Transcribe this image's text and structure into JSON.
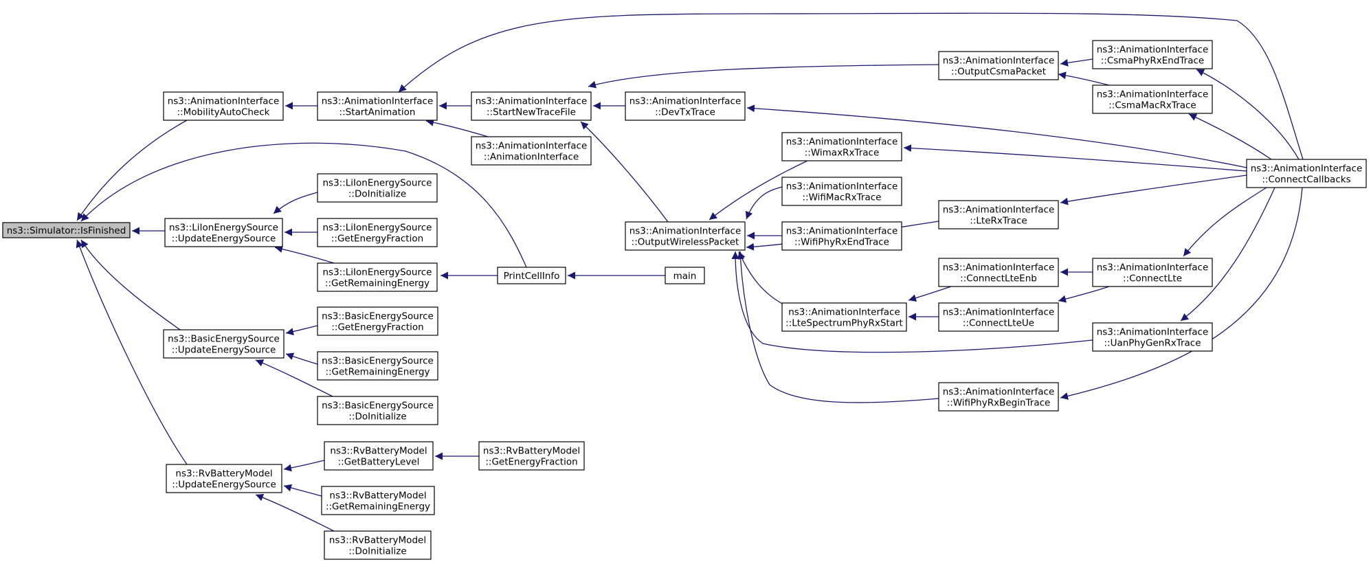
{
  "nodes": [
    {
      "id": "isfinished",
      "lines": [
        "ns3::Simulator::IsFinished"
      ],
      "root": true
    },
    {
      "id": "mobility",
      "lines": [
        "ns3::AnimationInterface",
        "::MobilityAutoCheck"
      ]
    },
    {
      "id": "startanim",
      "lines": [
        "ns3::AnimationInterface",
        "::StartAnimation"
      ]
    },
    {
      "id": "startnew",
      "lines": [
        "ns3::AnimationInterface",
        "::StartNewTraceFile"
      ]
    },
    {
      "id": "aictor",
      "lines": [
        "ns3::AnimationInterface",
        "::AnimationInterface"
      ]
    },
    {
      "id": "devtx",
      "lines": [
        "ns3::AnimationInterface",
        "::DevTxTrace"
      ]
    },
    {
      "id": "csmapkt",
      "lines": [
        "ns3::AnimationInterface",
        "::OutputCsmaPacket"
      ]
    },
    {
      "id": "csmaphy",
      "lines": [
        "ns3::AnimationInterface",
        "::CsmaPhyRxEndTrace"
      ]
    },
    {
      "id": "csmamac",
      "lines": [
        "ns3::AnimationInterface",
        "::CsmaMacRxTrace"
      ]
    },
    {
      "id": "connectcb",
      "lines": [
        "ns3::AnimationInterface",
        "::ConnectCallbacks"
      ]
    },
    {
      "id": "wimax",
      "lines": [
        "ns3::AnimationInterface",
        "::WimaxRxTrace"
      ]
    },
    {
      "id": "wifimac",
      "lines": [
        "ns3::AnimationInterface",
        "::WifiMacRxTrace"
      ]
    },
    {
      "id": "wifiphyend",
      "lines": [
        "ns3::AnimationInterface",
        "::WifiPhyRxEndTrace"
      ]
    },
    {
      "id": "wireless",
      "lines": [
        "ns3::AnimationInterface",
        "::OutputWirelessPacket"
      ]
    },
    {
      "id": "lterx",
      "lines": [
        "ns3::AnimationInterface",
        "::LteRxTrace"
      ]
    },
    {
      "id": "connltenb",
      "lines": [
        "ns3::AnimationInterface",
        "::ConnectLteEnb"
      ]
    },
    {
      "id": "connlte",
      "lines": [
        "ns3::AnimationInterface",
        "::ConnectLte"
      ]
    },
    {
      "id": "ltespec",
      "lines": [
        "ns3::AnimationInterface",
        "::LteSpectrumPhyRxStart"
      ]
    },
    {
      "id": "connlteue",
      "lines": [
        "ns3::AnimationInterface",
        "::ConnectLteUe"
      ]
    },
    {
      "id": "uanphy",
      "lines": [
        "ns3::AnimationInterface",
        "::UanPhyGenRxTrace"
      ]
    },
    {
      "id": "wifiphybegin",
      "lines": [
        "ns3::AnimationInterface",
        "::WifiPhyRxBeginTrace"
      ]
    },
    {
      "id": "liupdate",
      "lines": [
        "ns3::LiIonEnergySource",
        "::UpdateEnergySource"
      ]
    },
    {
      "id": "liinit",
      "lines": [
        "ns3::LiIonEnergySource",
        "::DoInitialize"
      ]
    },
    {
      "id": "lifrac",
      "lines": [
        "ns3::LiIonEnergySource",
        "::GetEnergyFraction"
      ]
    },
    {
      "id": "lirem",
      "lines": [
        "ns3::LiIonEnergySource",
        "::GetRemainingEnergy"
      ]
    },
    {
      "id": "printcell",
      "lines": [
        "PrintCellInfo"
      ]
    },
    {
      "id": "main",
      "lines": [
        "main"
      ]
    },
    {
      "id": "basicupdate",
      "lines": [
        "ns3::BasicEnergySource",
        "::UpdateEnergySource"
      ]
    },
    {
      "id": "basicfrac",
      "lines": [
        "ns3::BasicEnergySource",
        "::GetEnergyFraction"
      ]
    },
    {
      "id": "basicrem",
      "lines": [
        "ns3::BasicEnergySource",
        "::GetRemainingEnergy"
      ]
    },
    {
      "id": "basicinit",
      "lines": [
        "ns3::BasicEnergySource",
        "::DoInitialize"
      ]
    },
    {
      "id": "rvupdate",
      "lines": [
        "ns3::RvBatteryModel",
        "::UpdateEnergySource"
      ]
    },
    {
      "id": "rvlevel",
      "lines": [
        "ns3::RvBatteryModel",
        "::GetBatteryLevel"
      ]
    },
    {
      "id": "rvfrac",
      "lines": [
        "ns3::RvBatteryModel",
        "::GetEnergyFraction"
      ]
    },
    {
      "id": "rvrem",
      "lines": [
        "ns3::RvBatteryModel",
        "::GetRemainingEnergy"
      ]
    },
    {
      "id": "rvinit",
      "lines": [
        "ns3::RvBatteryModel",
        "::DoInitialize"
      ]
    }
  ],
  "edges": [
    {
      "from": "mobility",
      "to": "isfinished"
    },
    {
      "from": "printcell",
      "to": "isfinished"
    },
    {
      "from": "liupdate",
      "to": "isfinished"
    },
    {
      "from": "basicupdate",
      "to": "isfinished"
    },
    {
      "from": "rvupdate",
      "to": "isfinished"
    },
    {
      "from": "startanim",
      "to": "mobility"
    },
    {
      "from": "startnew",
      "to": "startanim"
    },
    {
      "from": "aictor",
      "to": "startanim"
    },
    {
      "from": "connectcb",
      "to": "startanim"
    },
    {
      "from": "devtx",
      "to": "startnew"
    },
    {
      "from": "csmapkt",
      "to": "startnew"
    },
    {
      "from": "wireless",
      "to": "startnew"
    },
    {
      "from": "csmaphy",
      "to": "csmapkt"
    },
    {
      "from": "csmamac",
      "to": "csmapkt"
    },
    {
      "from": "connectcb",
      "to": "csmaphy"
    },
    {
      "from": "connectcb",
      "to": "csmamac"
    },
    {
      "from": "connectcb",
      "to": "devtx"
    },
    {
      "from": "connectcb",
      "to": "wimax"
    },
    {
      "from": "connectcb",
      "to": "lterx"
    },
    {
      "from": "connectcb",
      "to": "connlte"
    },
    {
      "from": "connectcb",
      "to": "uanphy"
    },
    {
      "from": "connectcb",
      "to": "wifiphybegin"
    },
    {
      "from": "wimax",
      "to": "wireless"
    },
    {
      "from": "wifimac",
      "to": "wireless"
    },
    {
      "from": "wifiphyend",
      "to": "wireless"
    },
    {
      "from": "lterx",
      "to": "wireless"
    },
    {
      "from": "ltespec",
      "to": "wireless"
    },
    {
      "from": "uanphy",
      "to": "wireless"
    },
    {
      "from": "wifiphybegin",
      "to": "wireless"
    },
    {
      "from": "connltenb",
      "to": "ltespec"
    },
    {
      "from": "connlteue",
      "to": "ltespec"
    },
    {
      "from": "connlte",
      "to": "connltenb"
    },
    {
      "from": "connlte",
      "to": "connlteue"
    },
    {
      "from": "liinit",
      "to": "liupdate"
    },
    {
      "from": "lifrac",
      "to": "liupdate"
    },
    {
      "from": "lirem",
      "to": "liupdate"
    },
    {
      "from": "printcell",
      "to": "lirem"
    },
    {
      "from": "main",
      "to": "printcell"
    },
    {
      "from": "basicfrac",
      "to": "basicupdate"
    },
    {
      "from": "basicrem",
      "to": "basicupdate"
    },
    {
      "from": "basicinit",
      "to": "basicupdate"
    },
    {
      "from": "rvlevel",
      "to": "rvupdate"
    },
    {
      "from": "rvrem",
      "to": "rvupdate"
    },
    {
      "from": "rvinit",
      "to": "rvupdate"
    },
    {
      "from": "rvfrac",
      "to": "rvlevel"
    }
  ],
  "colors": {
    "edge": "#191970",
    "node_border": "#000000",
    "root_fill": "#bfbfbf",
    "node_fill": "#ffffff"
  }
}
